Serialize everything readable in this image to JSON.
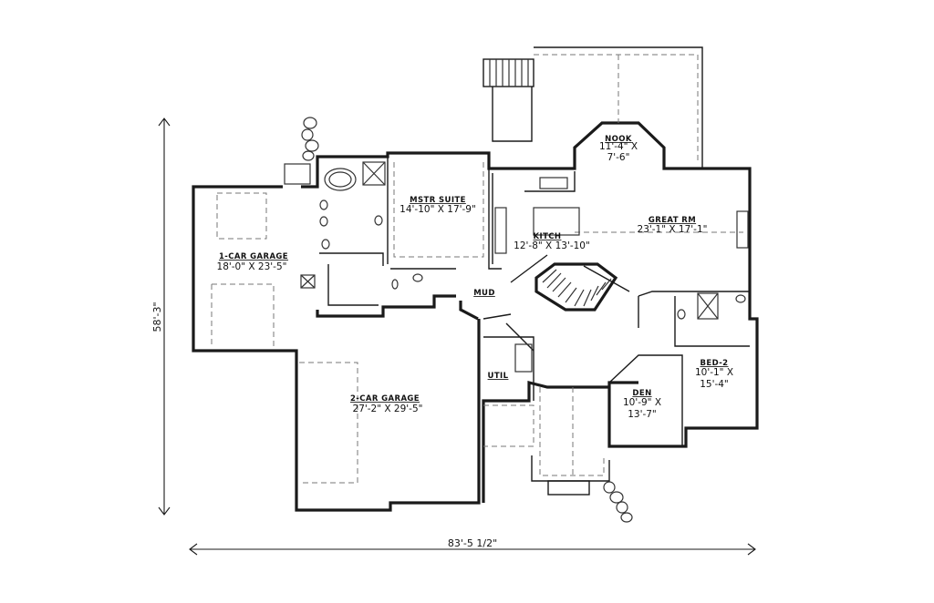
{
  "rooms": {
    "nook": {
      "name": "NOOK",
      "size_line1": "11'-4\" X",
      "size_line2": "7'-6\""
    },
    "great_rm": {
      "name": "GREAT RM",
      "size_line1": "23'-1\" X 17'-1\""
    },
    "mstr_suite": {
      "name": "MSTR SUITE",
      "size_line1": "14'-10\" X 17'-9\""
    },
    "kitch": {
      "name": "KITCH",
      "size_line1": "12'-8\" X 13'-10\""
    },
    "garage_1": {
      "name": "1-CAR GARAGE",
      "size_line1": "18'-0\" X 23'-5\""
    },
    "garage_2": {
      "name": "2-CAR GARAGE",
      "size_line1": "27'-2\" X 29'-5\""
    },
    "mud": {
      "name": "MUD"
    },
    "util": {
      "name": "UTIL"
    },
    "den": {
      "name": "DEN",
      "size_line1": "10'-9\" X",
      "size_line2": "13'-7\""
    },
    "bed_2": {
      "name": "BED-2",
      "size_line1": "10'-1\" X",
      "size_line2": "15'-4\""
    }
  },
  "dimensions": {
    "overall_width": "83'-5 1/2\"",
    "overall_depth": "58'-3\""
  }
}
